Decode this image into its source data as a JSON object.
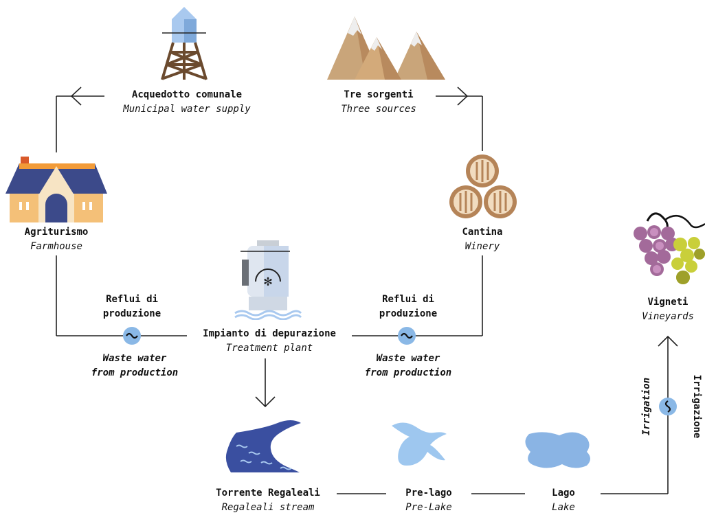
{
  "nodes": {
    "water_supply": {
      "name": "Acquedotto comunale",
      "name_en": "Municipal water supply"
    },
    "sources": {
      "name": "Tre sorgenti",
      "name_en": "Three sources"
    },
    "farmhouse": {
      "name": "Agriturismo",
      "name_en": "Farmhouse"
    },
    "winery": {
      "name": "Cantina",
      "name_en": "Winery"
    },
    "treatment": {
      "name": "Impianto di depurazione",
      "name_en": "Treatment plant"
    },
    "vineyards": {
      "name": "Vigneti",
      "name_en": "Vineyards"
    },
    "stream": {
      "name": "Torrente Regaleali",
      "name_en": "Regaleali stream"
    },
    "prelake": {
      "name": "Pre-lago",
      "name_en": "Pre-Lake"
    },
    "lake": {
      "name": "Lago",
      "name_en": "Lake"
    }
  },
  "flows": {
    "left_waste": {
      "it_line1": "Reflui di",
      "it_line2": "produzione",
      "en_line1": "Waste water",
      "en_line2": "from production"
    },
    "right_waste": {
      "it_line1": "Reflui di",
      "it_line2": "produzione",
      "en_line1": "Waste water",
      "en_line2": "from production"
    },
    "irrigation": {
      "en": "Irrigation",
      "it": "Irrigazione"
    }
  },
  "colors": {
    "line": "#222222",
    "pump": "#8ab8e6",
    "stream": "#3a4fa0",
    "lake": "#8ab4e4",
    "roof": "#3c4a8a",
    "wood": "#c49a6c"
  }
}
